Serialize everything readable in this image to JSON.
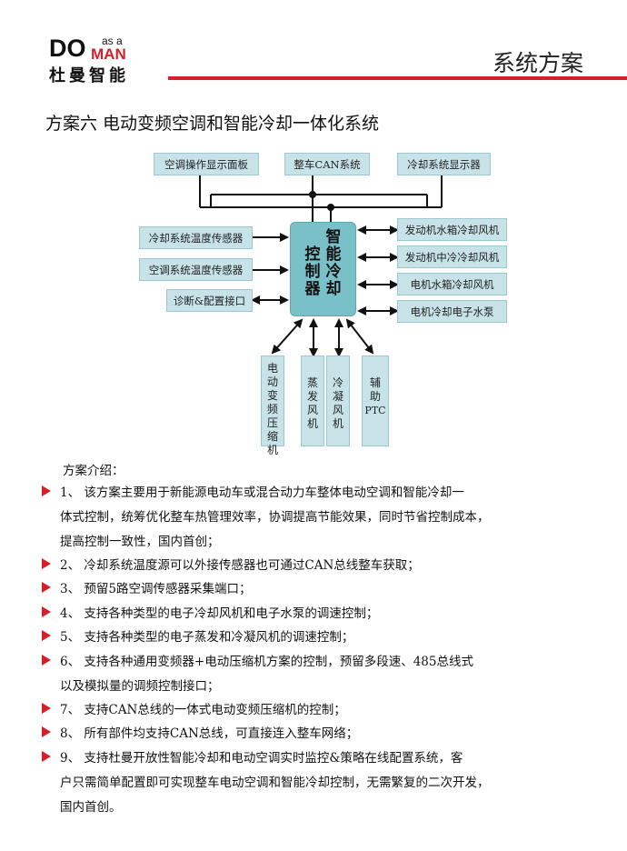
{
  "brand": {
    "logo_do": "DO",
    "logo_asa": "as a",
    "logo_man": "MAN",
    "name_cn": "杜曼智能",
    "accent": "#d61f28",
    "box_fill": "#c7e3e8",
    "controller_fill": "#7ac0c9"
  },
  "header": {
    "title": "系统方案"
  },
  "section": {
    "title": "方案六  电动变频空调和智能冷却一体化系统"
  },
  "diagram": {
    "top_boxes": [
      "空调操作显示面板",
      "整车CAN系统",
      "冷却系统显示器"
    ],
    "left_boxes": [
      "冷却系统温度传感器",
      "空调系统温度传感器",
      "诊断&配置接口"
    ],
    "right_boxes": [
      "发动机水箱冷却风机",
      "发动机中冷冷却风机",
      "电机水箱冷却风机",
      "电机冷却电子水泵"
    ],
    "bottom_boxes": [
      [
        "电",
        "动",
        "变",
        "频",
        "压",
        "缩",
        "机"
      ],
      [
        "蒸",
        "发",
        "风",
        "机"
      ],
      [
        "冷",
        "凝",
        "风",
        "机"
      ],
      [
        "辅",
        "助",
        "PTC"
      ]
    ],
    "controller": {
      "col1": [
        "控",
        "制",
        "器"
      ],
      "col2": [
        "智",
        "能",
        "冷",
        "却"
      ]
    }
  },
  "intro": {
    "title": "方案介绍：",
    "items": [
      [
        "1、  该方案主要用于新能源电动车或混合动力车整体电动空调和智能冷却一",
        "体式控制，统筹优化整车热管理效率，协调提高节能效果，同时节省控制成本，",
        "提高控制一致性，国内首创；"
      ],
      [
        "2、  冷却系统温度源可以外接传感器也可通过CAN总线整车获取；"
      ],
      [
        "3、  预留5路空调传感器采集端口；"
      ],
      [
        "4、  支持各种类型的电子冷却风机和电子水泵的调速控制；"
      ],
      [
        "5、  支持各种类型的电子蒸发和冷凝风机的调速控制；"
      ],
      [
        "6、  支持各种通用变频器+电动压缩机方案的控制，预留多段速、485总线式",
        "以及模拟量的调频控制接口；"
      ],
      [
        "7、  支持CAN总线的一体式电动变频压缩机的控制；"
      ],
      [
        "8、  所有部件均支持CAN总线，可直接连入整车网络；"
      ],
      [
        "9、  支持杜曼开放性智能冷却和电动空调实时监控&策略在线配置系统，客",
        "户只需简单配置即可实现整车电动空调和智能冷却控制，无需繁复的二次开发，",
        "国内首创。"
      ]
    ]
  }
}
